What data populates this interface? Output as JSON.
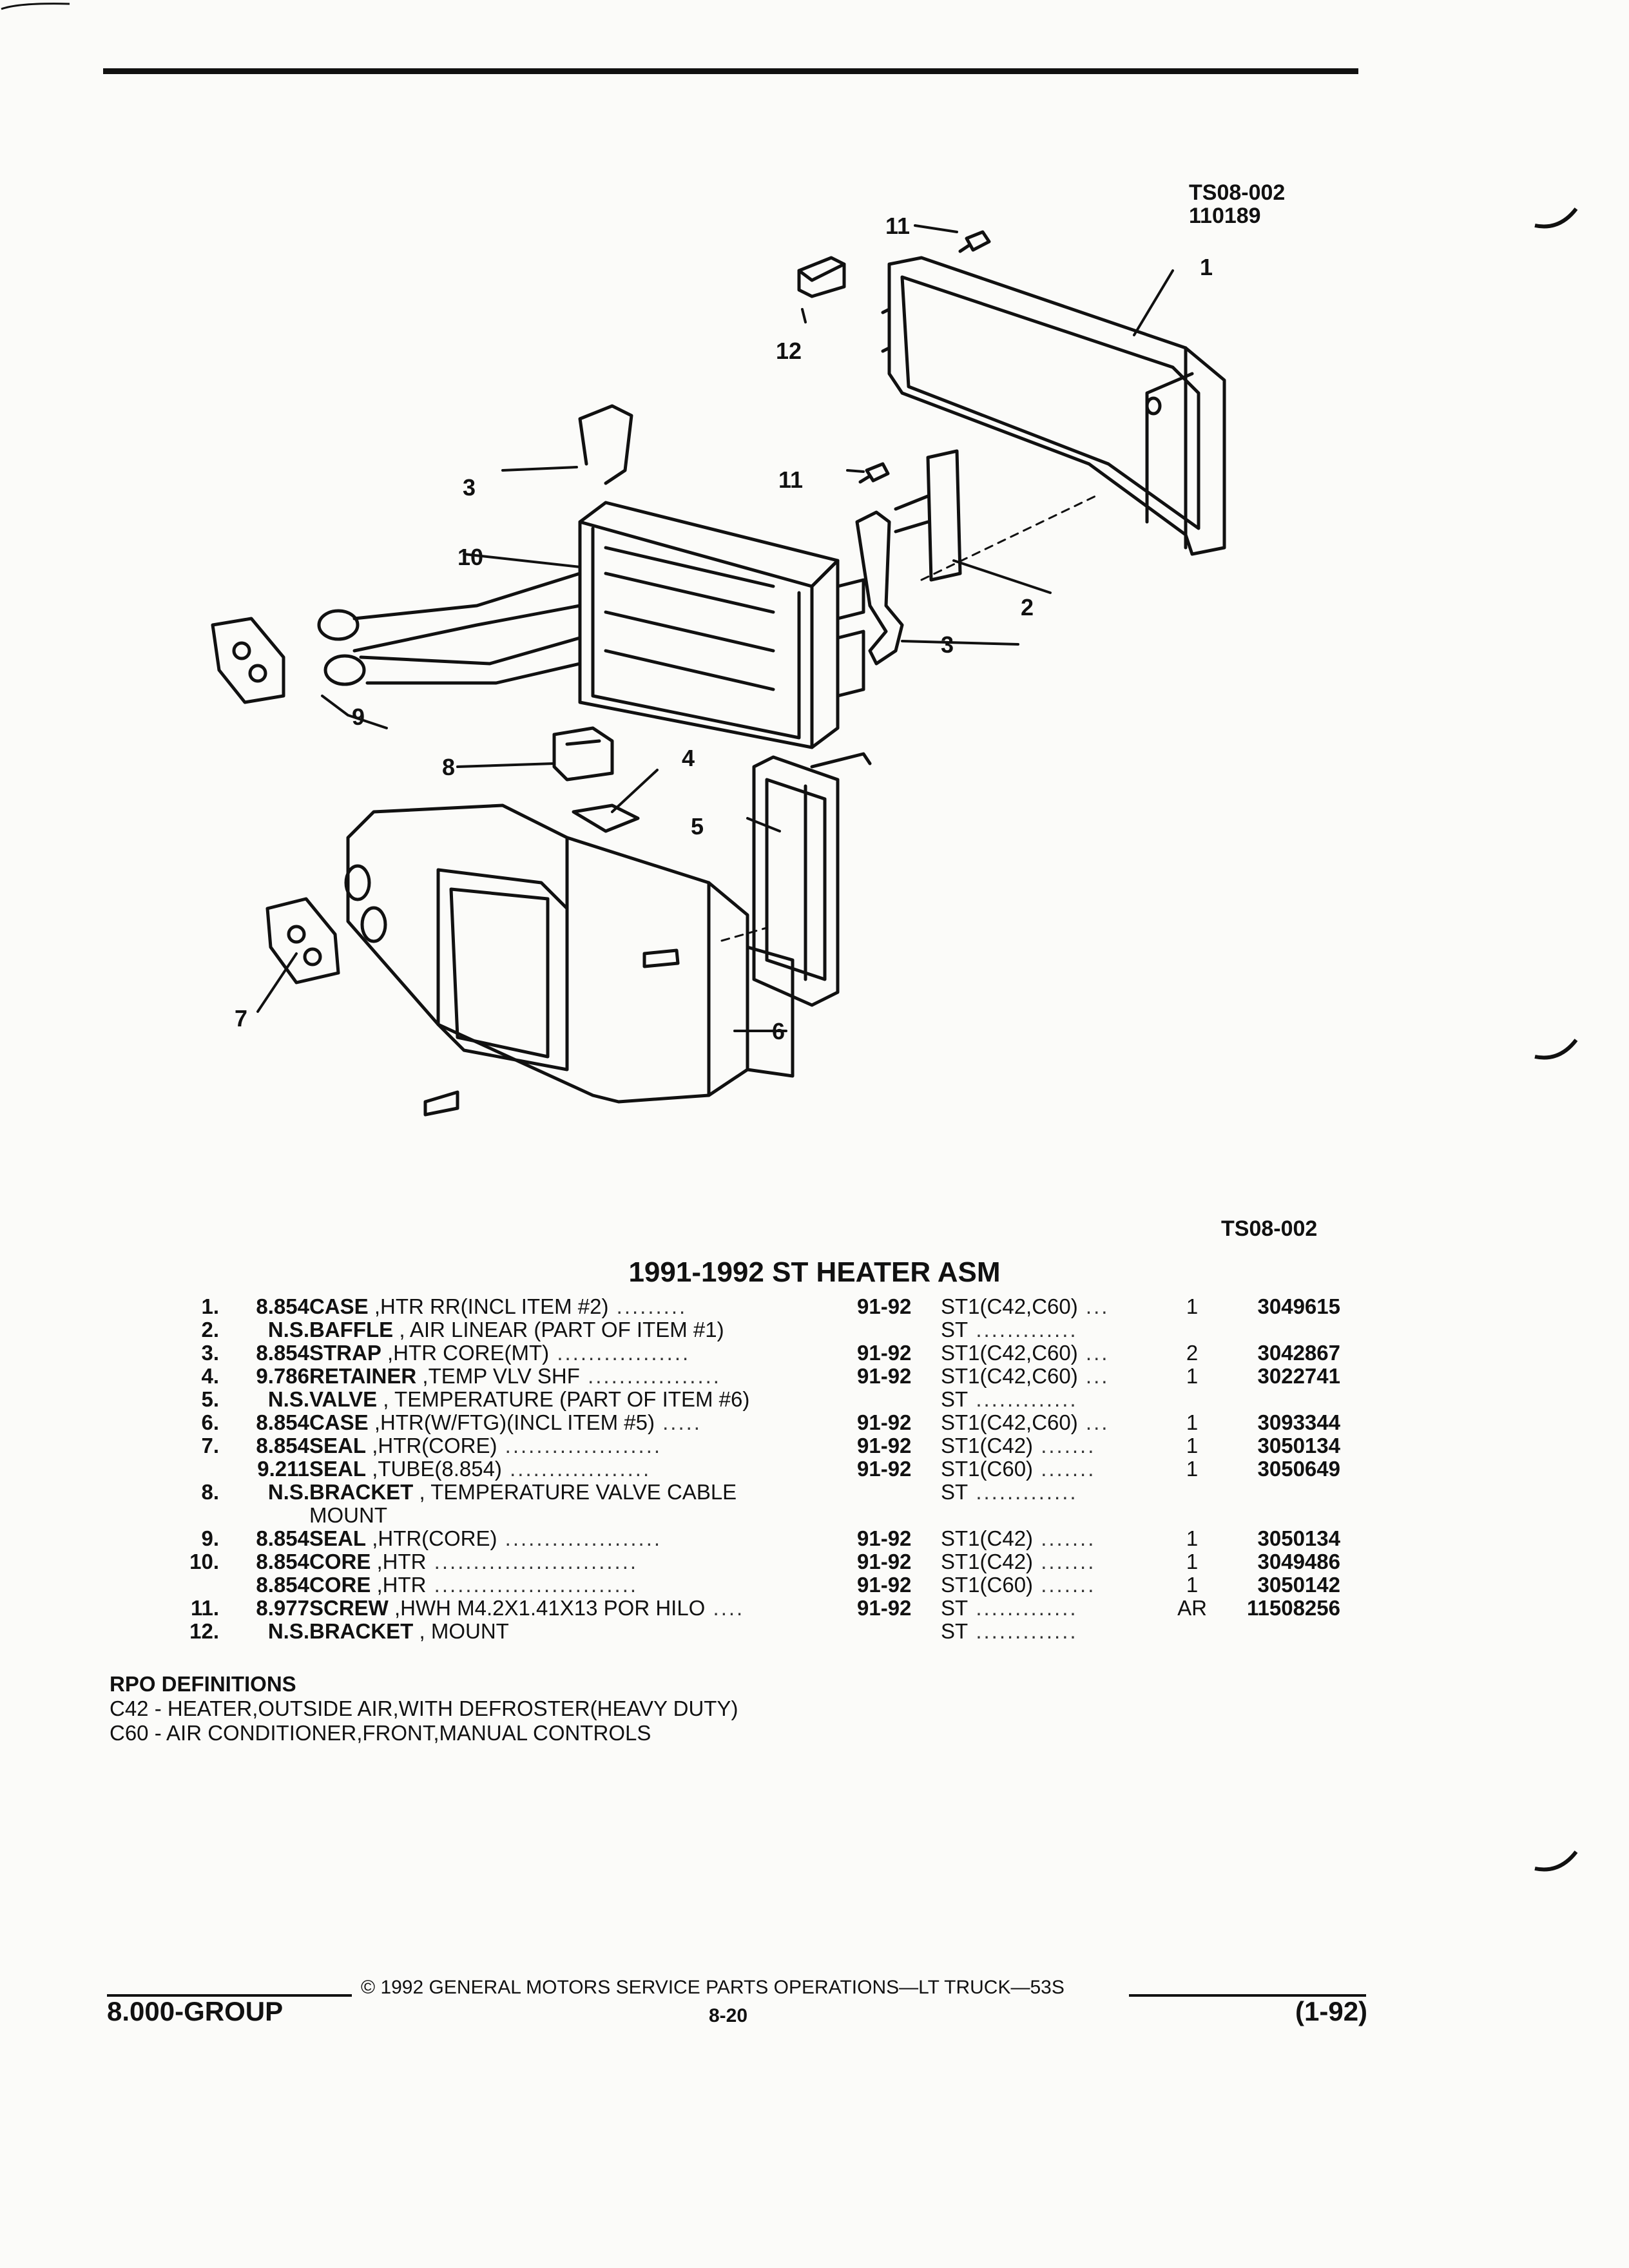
{
  "figure": {
    "ref_code": "TS08-002",
    "ref_number": "110189",
    "ref_code_bottom": "TS08-002",
    "callouts": {
      "c1": "1",
      "c2": "2",
      "c3a": "3",
      "c3b": "3",
      "c4": "4",
      "c5": "5",
      "c6": "6",
      "c7": "7",
      "c8": "8",
      "c9": "9",
      "c10": "10",
      "c11a": "11",
      "c11b": "11",
      "c12": "12"
    }
  },
  "title": "1991-1992 ST HEATER ASM",
  "parts": [
    {
      "num": "1.",
      "grp": "8.854",
      "name": "CASE",
      "detail": ",HTR RR(INCL ITEM #2)",
      "yr": "91-92",
      "app": "ST1(C42,C60)",
      "qty": "1",
      "pn": "3049615"
    },
    {
      "num": "2.",
      "grp": "N.S.",
      "name": "BAFFLE",
      "detail": ", AIR LINEAR (PART OF ITEM #1)",
      "yr": "",
      "app": "ST",
      "qty": "",
      "pn": ""
    },
    {
      "num": "3.",
      "grp": "8.854",
      "name": "STRAP",
      "detail": ",HTR CORE(MT)",
      "yr": "91-92",
      "app": "ST1(C42,C60)",
      "qty": "2",
      "pn": "3042867"
    },
    {
      "num": "4.",
      "grp": "9.786",
      "name": "RETAINER",
      "detail": ",TEMP VLV SHF",
      "yr": "91-92",
      "app": "ST1(C42,C60)",
      "qty": "1",
      "pn": "3022741"
    },
    {
      "num": "5.",
      "grp": "N.S.",
      "name": "VALVE",
      "detail": ", TEMPERATURE (PART OF ITEM #6)",
      "yr": "",
      "app": "ST",
      "qty": "",
      "pn": ""
    },
    {
      "num": "6.",
      "grp": "8.854",
      "name": "CASE",
      "detail": ",HTR(W/FTG)(INCL ITEM #5)",
      "yr": "91-92",
      "app": "ST1(C42,C60)",
      "qty": "1",
      "pn": "3093344"
    },
    {
      "num": "7.",
      "grp": "8.854",
      "name": "SEAL",
      "detail": ",HTR(CORE)",
      "yr": "91-92",
      "app": "ST1(C42)",
      "qty": "1",
      "pn": "3050134"
    },
    {
      "num": "",
      "grp": "9.211",
      "name": "SEAL",
      "detail": ",TUBE(8.854)",
      "yr": "91-92",
      "app": "ST1(C60)",
      "qty": "1",
      "pn": "3050649"
    },
    {
      "num": "8.",
      "grp": "N.S.",
      "name": "BRACKET",
      "detail": ", TEMPERATURE VALVE CABLE",
      "detail2": "MOUNT",
      "yr": "",
      "app": "ST",
      "qty": "",
      "pn": ""
    },
    {
      "num": "9.",
      "grp": "8.854",
      "name": "SEAL",
      "detail": ",HTR(CORE)",
      "yr": "91-92",
      "app": "ST1(C42)",
      "qty": "1",
      "pn": "3050134"
    },
    {
      "num": "10.",
      "grp": "8.854",
      "name": "CORE",
      "detail": ",HTR",
      "yr": "91-92",
      "app": "ST1(C42)",
      "qty": "1",
      "pn": "3049486"
    },
    {
      "num": "",
      "grp": "8.854",
      "name": "CORE",
      "detail": ",HTR",
      "yr": "91-92",
      "app": "ST1(C60)",
      "qty": "1",
      "pn": "3050142"
    },
    {
      "num": "11.",
      "grp": "8.977",
      "name": "SCREW",
      "detail": ",HWH M4.2X1.41X13 POR HILO",
      "yr": "91-92",
      "app": "ST",
      "qty": "AR",
      "pn": "11508256"
    },
    {
      "num": "12.",
      "grp": "N.S.",
      "name": "BRACKET",
      "detail": ", MOUNT",
      "yr": "",
      "app": "ST",
      "qty": "",
      "pn": ""
    }
  ],
  "rpo": {
    "heading": "RPO DEFINITIONS",
    "lines": [
      "C42 - HEATER,OUTSIDE AIR,WITH DEFROSTER(HEAVY DUTY)",
      "C60 - AIR CONDITIONER,FRONT,MANUAL CONTROLS"
    ]
  },
  "footer": {
    "copyright": "© 1992 GENERAL MOTORS SERVICE PARTS OPERATIONS—LT TRUCK—53S",
    "group": "8.000-GROUP",
    "page": "8-20",
    "date": "(1-92)"
  }
}
